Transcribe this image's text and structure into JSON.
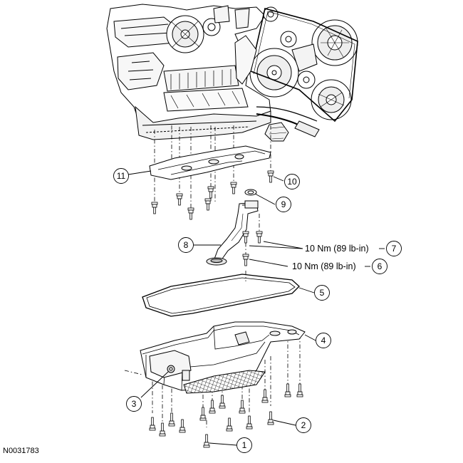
{
  "figure_id": "N0031783",
  "callouts": [
    {
      "num": "1"
    },
    {
      "num": "2"
    },
    {
      "num": "3"
    },
    {
      "num": "4"
    },
    {
      "num": "5"
    },
    {
      "num": "6",
      "torque": "10 Nm (89 lb-in)"
    },
    {
      "num": "7",
      "torque": "10 Nm (89 lb-in)"
    },
    {
      "num": "8"
    },
    {
      "num": "9"
    },
    {
      "num": "10"
    },
    {
      "num": "11"
    }
  ],
  "colors": {
    "line": "#000000",
    "fill": "#ffffff",
    "shade": "#d9d9d9",
    "dark": "#555555"
  }
}
